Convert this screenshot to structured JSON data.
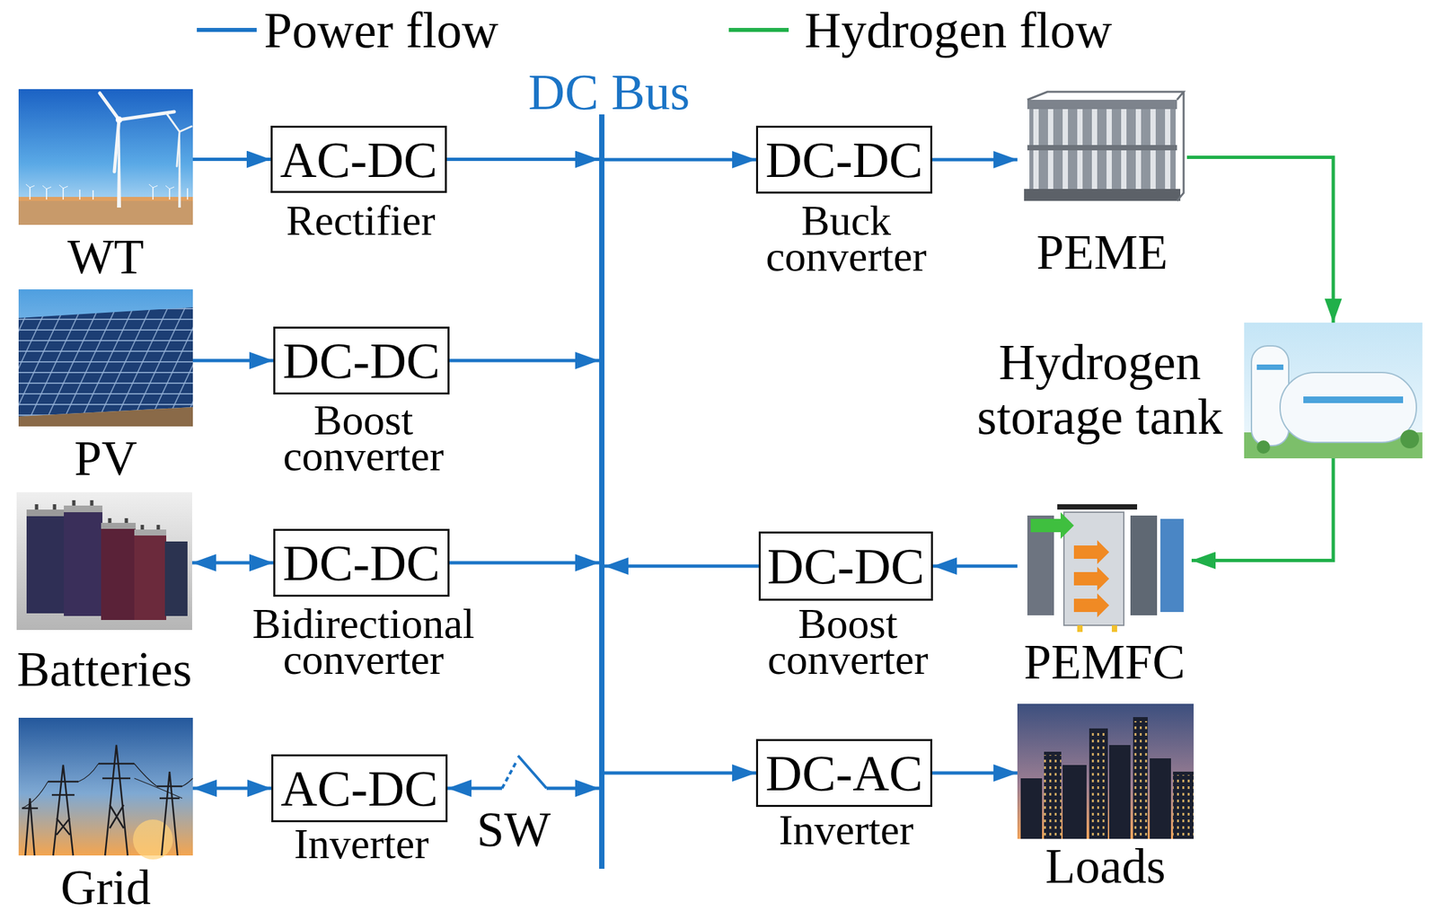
{
  "diagram": {
    "nodes": [
      {
        "text": [
          "WT"
        ]
      },
      {
        "text": [
          "AC-DC",
          "Rectifier"
        ]
      },
      {
        "text": [
          "DC Bus"
        ]
      },
      {
        "text": [
          "DC-DC",
          "Buck converter"
        ]
      },
      {
        "text": [
          "PEME"
        ]
      },
      {
        "text": [
          "PV"
        ]
      },
      {
        "text": [
          "DC-DC",
          "Boost converter"
        ]
      },
      {
        "text": [
          "Hydrogen storage tank"
        ]
      },
      {
        "text": [
          "Batteries"
        ]
      },
      {
        "text": [
          "DC-DC",
          "Bidirectional converter"
        ]
      },
      {
        "text": [
          "PEMFC"
        ]
      },
      {
        "text": [
          "DC-DC",
          "Boost converter"
        ]
      },
      {
        "text": [
          "Grid"
        ]
      },
      {
        "text": [
          "AC-DC",
          "Inverter"
        ]
      },
      {
        "text": [
          "DC-AC",
          "Inverter"
        ]
      },
      {
        "text": [
          "Loads"
        ]
      }
    ],
    "edges": [
      {
        "from": 0,
        "to": 1,
        "arrow": "to"
      },
      {
        "from": 1,
        "to": 2,
        "arrow": "to"
      },
      {
        "from": 2,
        "to": 3,
        "arrow": "to"
      },
      {
        "from": 3,
        "to": 4,
        "arrow": "to"
      },
      {
        "from": 4,
        "to": 7,
        "arrow": "to"
      },
      {
        "from": 7,
        "to": 10,
        "arrow": "to"
      },
      {
        "from": 10,
        "to": 11,
        "arrow": "to"
      },
      {
        "from": 11,
        "to": 2,
        "arrow": "to"
      },
      {
        "from": 5,
        "to": 6,
        "arrow": "to"
      },
      {
        "from": 6,
        "to": 2,
        "arrow": "to"
      },
      {
        "from": 8,
        "to": 9,
        "arrow": "both"
      },
      {
        "from": 9,
        "to": 2,
        "arrow": "to"
      },
      {
        "from": 12,
        "to": 13,
        "arrow": "both"
      },
      {
        "from": 13,
        "to": 2,
        "label": "SW",
        "arrow": "both"
      },
      {
        "from": 2,
        "to": 14,
        "arrow": "to"
      },
      {
        "from": 14,
        "to": 15,
        "arrow": "to"
      }
    ],
    "legend": [
      {
        "text": "Power flow"
      },
      {
        "text": "Hydrogen flow"
      }
    ]
  }
}
